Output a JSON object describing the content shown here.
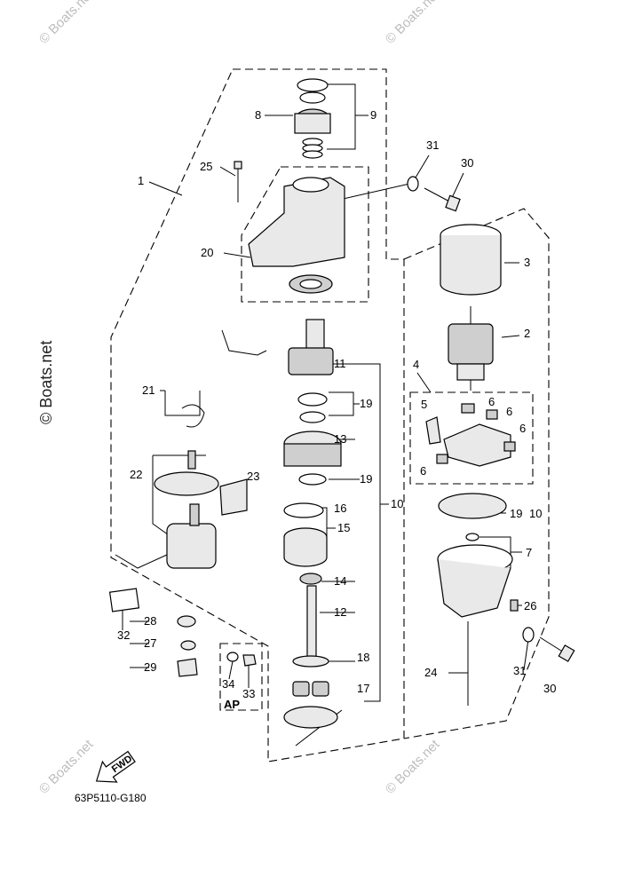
{
  "diagram": {
    "drawing_code": "63P5110-G180",
    "fwd_label": "FWD",
    "ap_label": "AP",
    "watermark": "© Boats.net",
    "labels": {
      "p1": "1",
      "p2": "2",
      "p3": "3",
      "p4": "4",
      "p5": "5",
      "p6a": "6",
      "p6b": "6",
      "p6c": "6",
      "p6d": "6",
      "p7": "7",
      "p8": "8",
      "p9": "9",
      "p10": "10",
      "p10b": "10",
      "p11": "11",
      "p12": "12",
      "p13": "13",
      "p14": "14",
      "p15": "15",
      "p16": "16",
      "p17": "17",
      "p18": "18",
      "p19a": "19",
      "p19b": "19",
      "p19c": "19",
      "p20": "20",
      "p21": "21",
      "p22": "22",
      "p23": "23",
      "p24": "24",
      "p25": "25",
      "p26": "26",
      "p27": "27",
      "p28": "28",
      "p29": "29",
      "p30a": "30",
      "p30b": "30",
      "p31a": "31",
      "p31b": "31",
      "p32": "32",
      "p33": "33",
      "p34": "34"
    }
  }
}
